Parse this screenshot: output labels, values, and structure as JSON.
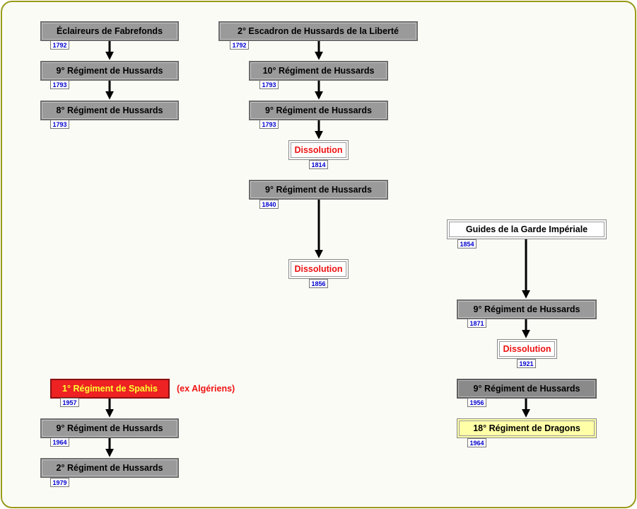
{
  "boxes": {
    "b1": {
      "label": "Éclaireurs de Fabrefonds",
      "year": "1792"
    },
    "b2": {
      "label": "9° Régiment de Hussards",
      "year": "1793"
    },
    "b3": {
      "label": "8° Régiment de Hussards",
      "year": "1793"
    },
    "c1": {
      "label": "2° Escadron de Hussards de la Liberté",
      "year": "1792"
    },
    "c2": {
      "label": "10° Régiment de Hussards",
      "year": "1793"
    },
    "c3": {
      "label": "9° Régiment de Hussards",
      "year": "1793"
    },
    "c4": {
      "label": "Dissolution",
      "year": "1814"
    },
    "c5": {
      "label": "9° Régiment de Hussards",
      "year": "1840"
    },
    "c6": {
      "label": "Dissolution",
      "year": "1856"
    },
    "d1": {
      "label": "Guides de la Garde Impériale",
      "year": "1854"
    },
    "d2": {
      "label": "9° Régiment de Hussards",
      "year": "1871"
    },
    "d3": {
      "label": "Dissolution",
      "year": "1921"
    },
    "d4": {
      "label": "9° Régiment de Hussards",
      "year": "1956"
    },
    "d5": {
      "label": "18° Régiment de Dragons",
      "year": "1964"
    },
    "e1": {
      "label": "1° Régiment de Spahis",
      "year": "1957",
      "note": "(ex Algériens)"
    },
    "e2": {
      "label": "9° Régiment de Hussards",
      "year": "1964"
    },
    "e3": {
      "label": "2° Régiment de Hussards",
      "year": "1979"
    }
  },
  "colors": {
    "gray": "#9a9a9a",
    "dissolution_text": "#ee1111",
    "year_text": "#0000cc",
    "spahis_fill": "#ee2222",
    "spahis_text": "#ffff33",
    "dragons_fill": "#ffffa8",
    "frame_border": "#9a9a1a"
  }
}
